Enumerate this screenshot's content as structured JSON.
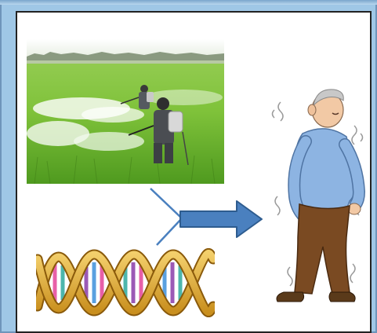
{
  "figure": {
    "kind": "flow-diagram",
    "panels": [
      {
        "id": "pesticide-spraying",
        "role": "input"
      },
      {
        "id": "dna-double-helix",
        "role": "input"
      },
      {
        "id": "elderly-man-tremor",
        "role": "outcome"
      }
    ],
    "connectors": [
      "converging-lines",
      "arrow-right"
    ]
  },
  "colors": {
    "frame": "#9fc7e6",
    "arrow": "#4a80bf",
    "arrow_outline": "#2e5c8f",
    "shirt": "#8db4e2",
    "pants": "#7a4a22",
    "field_green": "#7fc23a"
  }
}
